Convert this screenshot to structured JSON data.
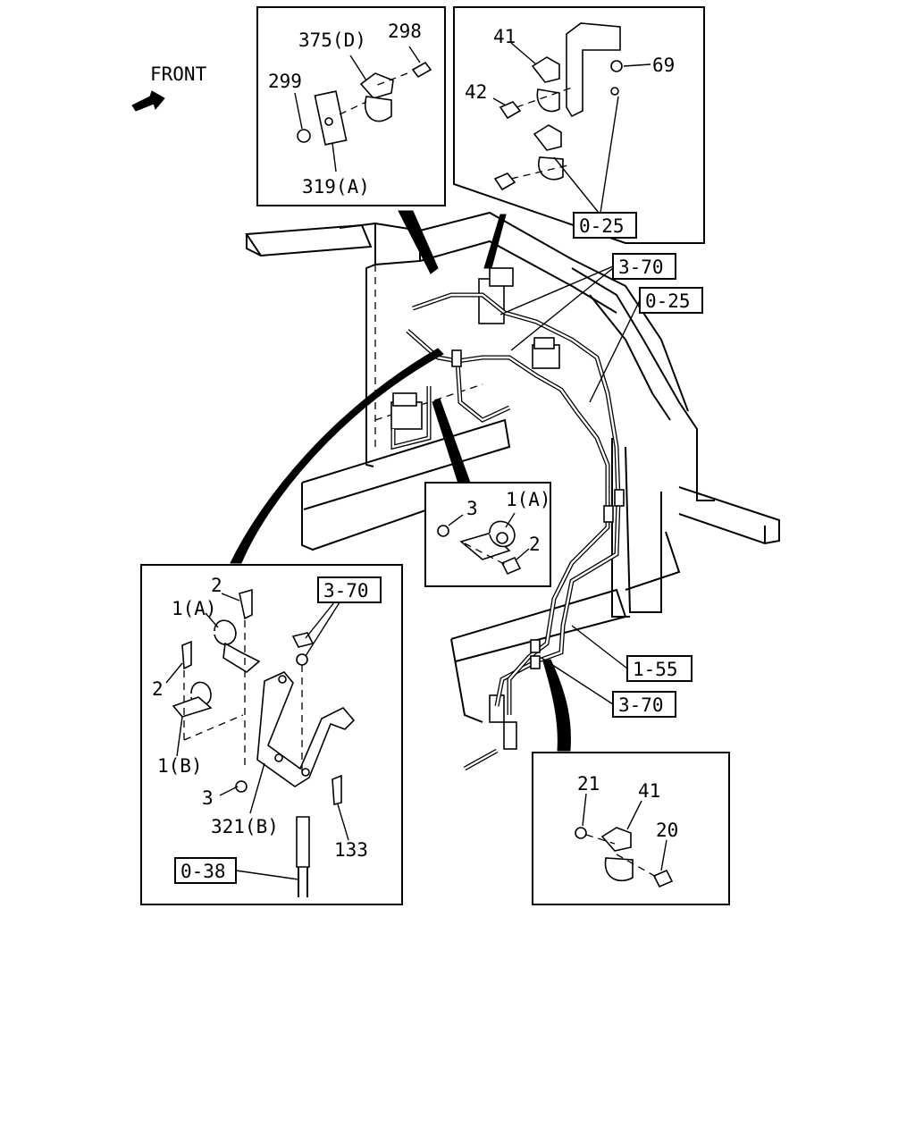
{
  "front_label": "FRONT",
  "callouts": {
    "c298": "298",
    "c375d": "375(D)",
    "c299": "299",
    "c319a": "319(A)",
    "c41_top": "41",
    "c69": "69",
    "c42": "42",
    "c025_top": "0-25",
    "c370_main": "3-70",
    "c025_main": "0-25",
    "c3_mid": "3",
    "c1a_mid": "1(A)",
    "c2_mid": "2",
    "c2_bl_top": "2",
    "c1a_bl": "1(A)",
    "c370_bl": "3-70",
    "c2_bl_left": "2",
    "c1b_bl": "1(B)",
    "c3_bl": "3",
    "c321b": "321(B)",
    "c133": "133",
    "c038": "0-38",
    "c155": "1-55",
    "c370_low": "3-70",
    "c21": "21",
    "c41_br": "41",
    "c20": "20"
  }
}
